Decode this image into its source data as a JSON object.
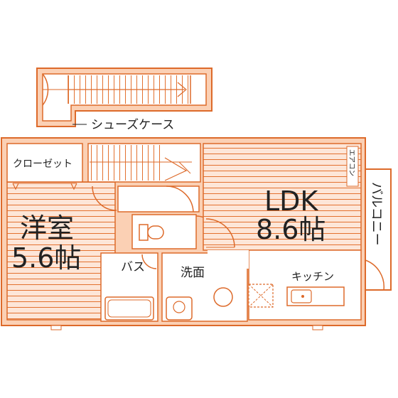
{
  "labels": {
    "shoes_case": "シューズケース",
    "closet": "クローゼット",
    "aircon": "エアコン",
    "western_room_name": "洋室",
    "western_room_size": "5.6帖",
    "ldk_name": "LDK",
    "ldk_size": "8.6帖",
    "balcony": "バルコニー",
    "bath": "バス",
    "washroom": "洗面",
    "kitchen": "キッチン"
  },
  "colors": {
    "wall": "#dd6a2a",
    "floor_fill": "#fde3d3",
    "floor_line": "#e3712f",
    "text": "#222222"
  }
}
